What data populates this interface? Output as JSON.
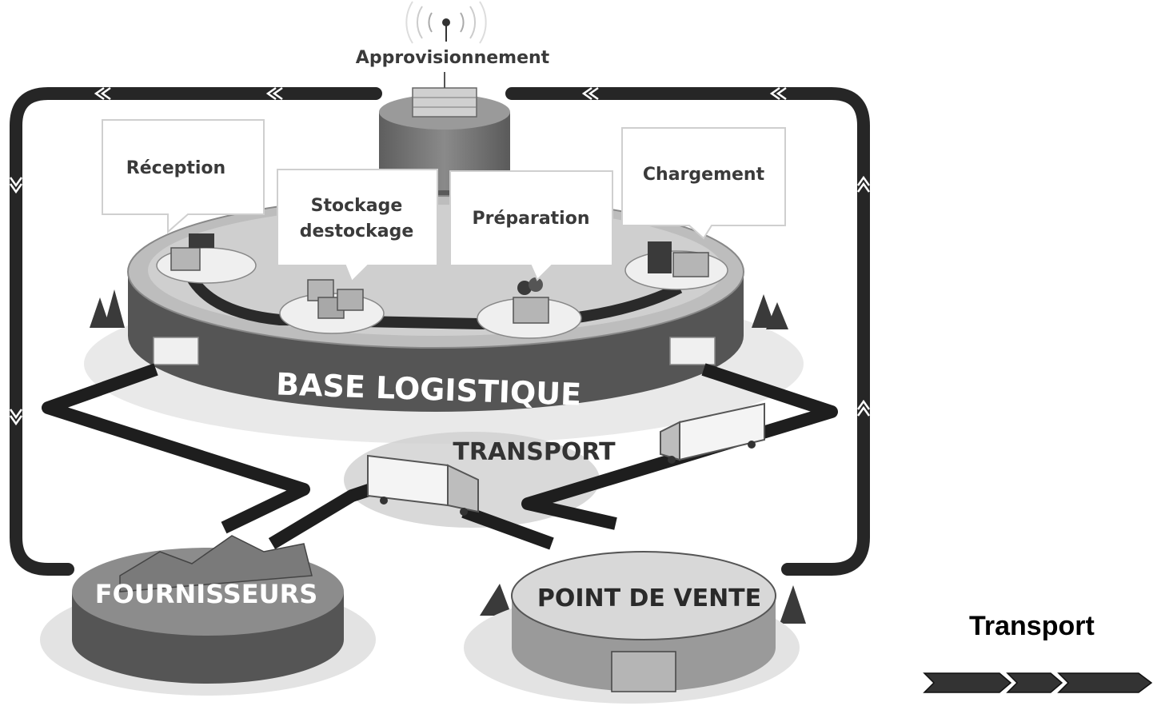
{
  "diagram": {
    "top_label": "Approvisionnement",
    "steps": [
      {
        "id": "reception",
        "label": "Réception"
      },
      {
        "id": "stockage",
        "label_line1": "Stockage",
        "label_line2": "destockage"
      },
      {
        "id": "preparation",
        "label": "Préparation"
      },
      {
        "id": "chargement",
        "label": "Chargement"
      }
    ],
    "base_label": "BASE LOGISTIQUE",
    "transport_label": "TRANSPORT",
    "suppliers_label": "FOURNISSEURS",
    "store_label": "POINT DE VENTE"
  },
  "legend": {
    "title": "Transport"
  },
  "colors": {
    "dark": "#2a2a2a",
    "mid": "#7a7a7a",
    "light": "#d6d6d6",
    "track": "#1e1e1e"
  }
}
